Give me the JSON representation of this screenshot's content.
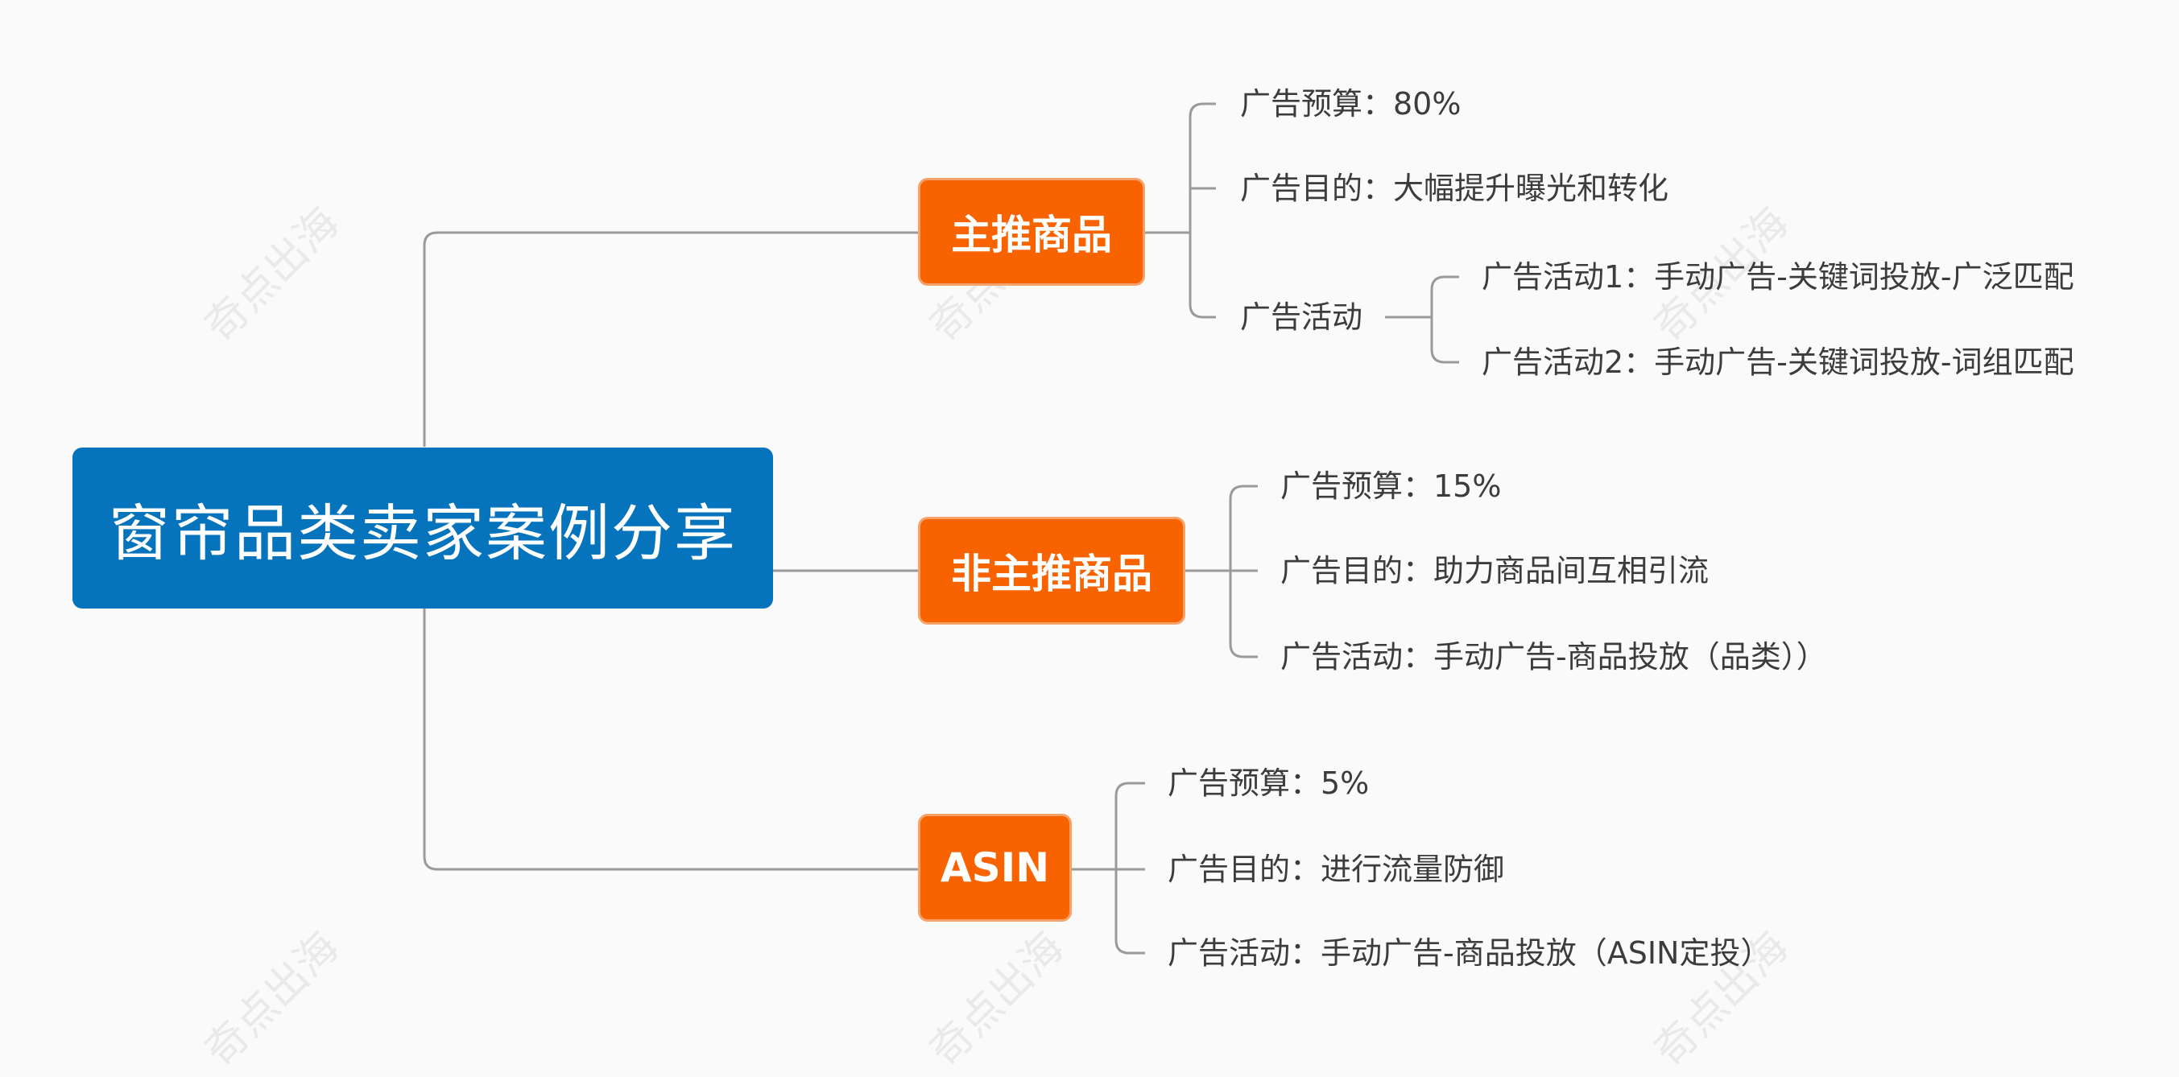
{
  "root": {
    "label": "窗帘品类卖家案例分享"
  },
  "branches": [
    {
      "label": "主推商品",
      "items": [
        {
          "text": "广告预算：80%"
        },
        {
          "text": "广告目的：大幅提升曝光和转化"
        },
        {
          "text": "广告活动",
          "children": [
            {
              "text": "广告活动1：手动广告-关键词投放-广泛匹配"
            },
            {
              "text": "广告活动2：手动广告-关键词投放-词组匹配"
            }
          ]
        }
      ]
    },
    {
      "label": "非主推商品",
      "items": [
        {
          "text": "广告预算：15%"
        },
        {
          "text": "广告目的：助力商品间互相引流"
        },
        {
          "text": "广告活动：手动广告-商品投放（品类））"
        }
      ]
    },
    {
      "label": "ASIN",
      "items": [
        {
          "text": "广告预算：5%"
        },
        {
          "text": "广告目的：进行流量防御"
        },
        {
          "text": "广告活动：手动广告-商品投放（ASIN定投）"
        }
      ]
    }
  ],
  "watermark": "奇点出海",
  "colors": {
    "root": "#0673bd",
    "branch": "#f86300",
    "branch_border": "#f5a26b",
    "line": "#9a9a9a",
    "text": "#3c3c3c",
    "background": "#fafafa"
  }
}
